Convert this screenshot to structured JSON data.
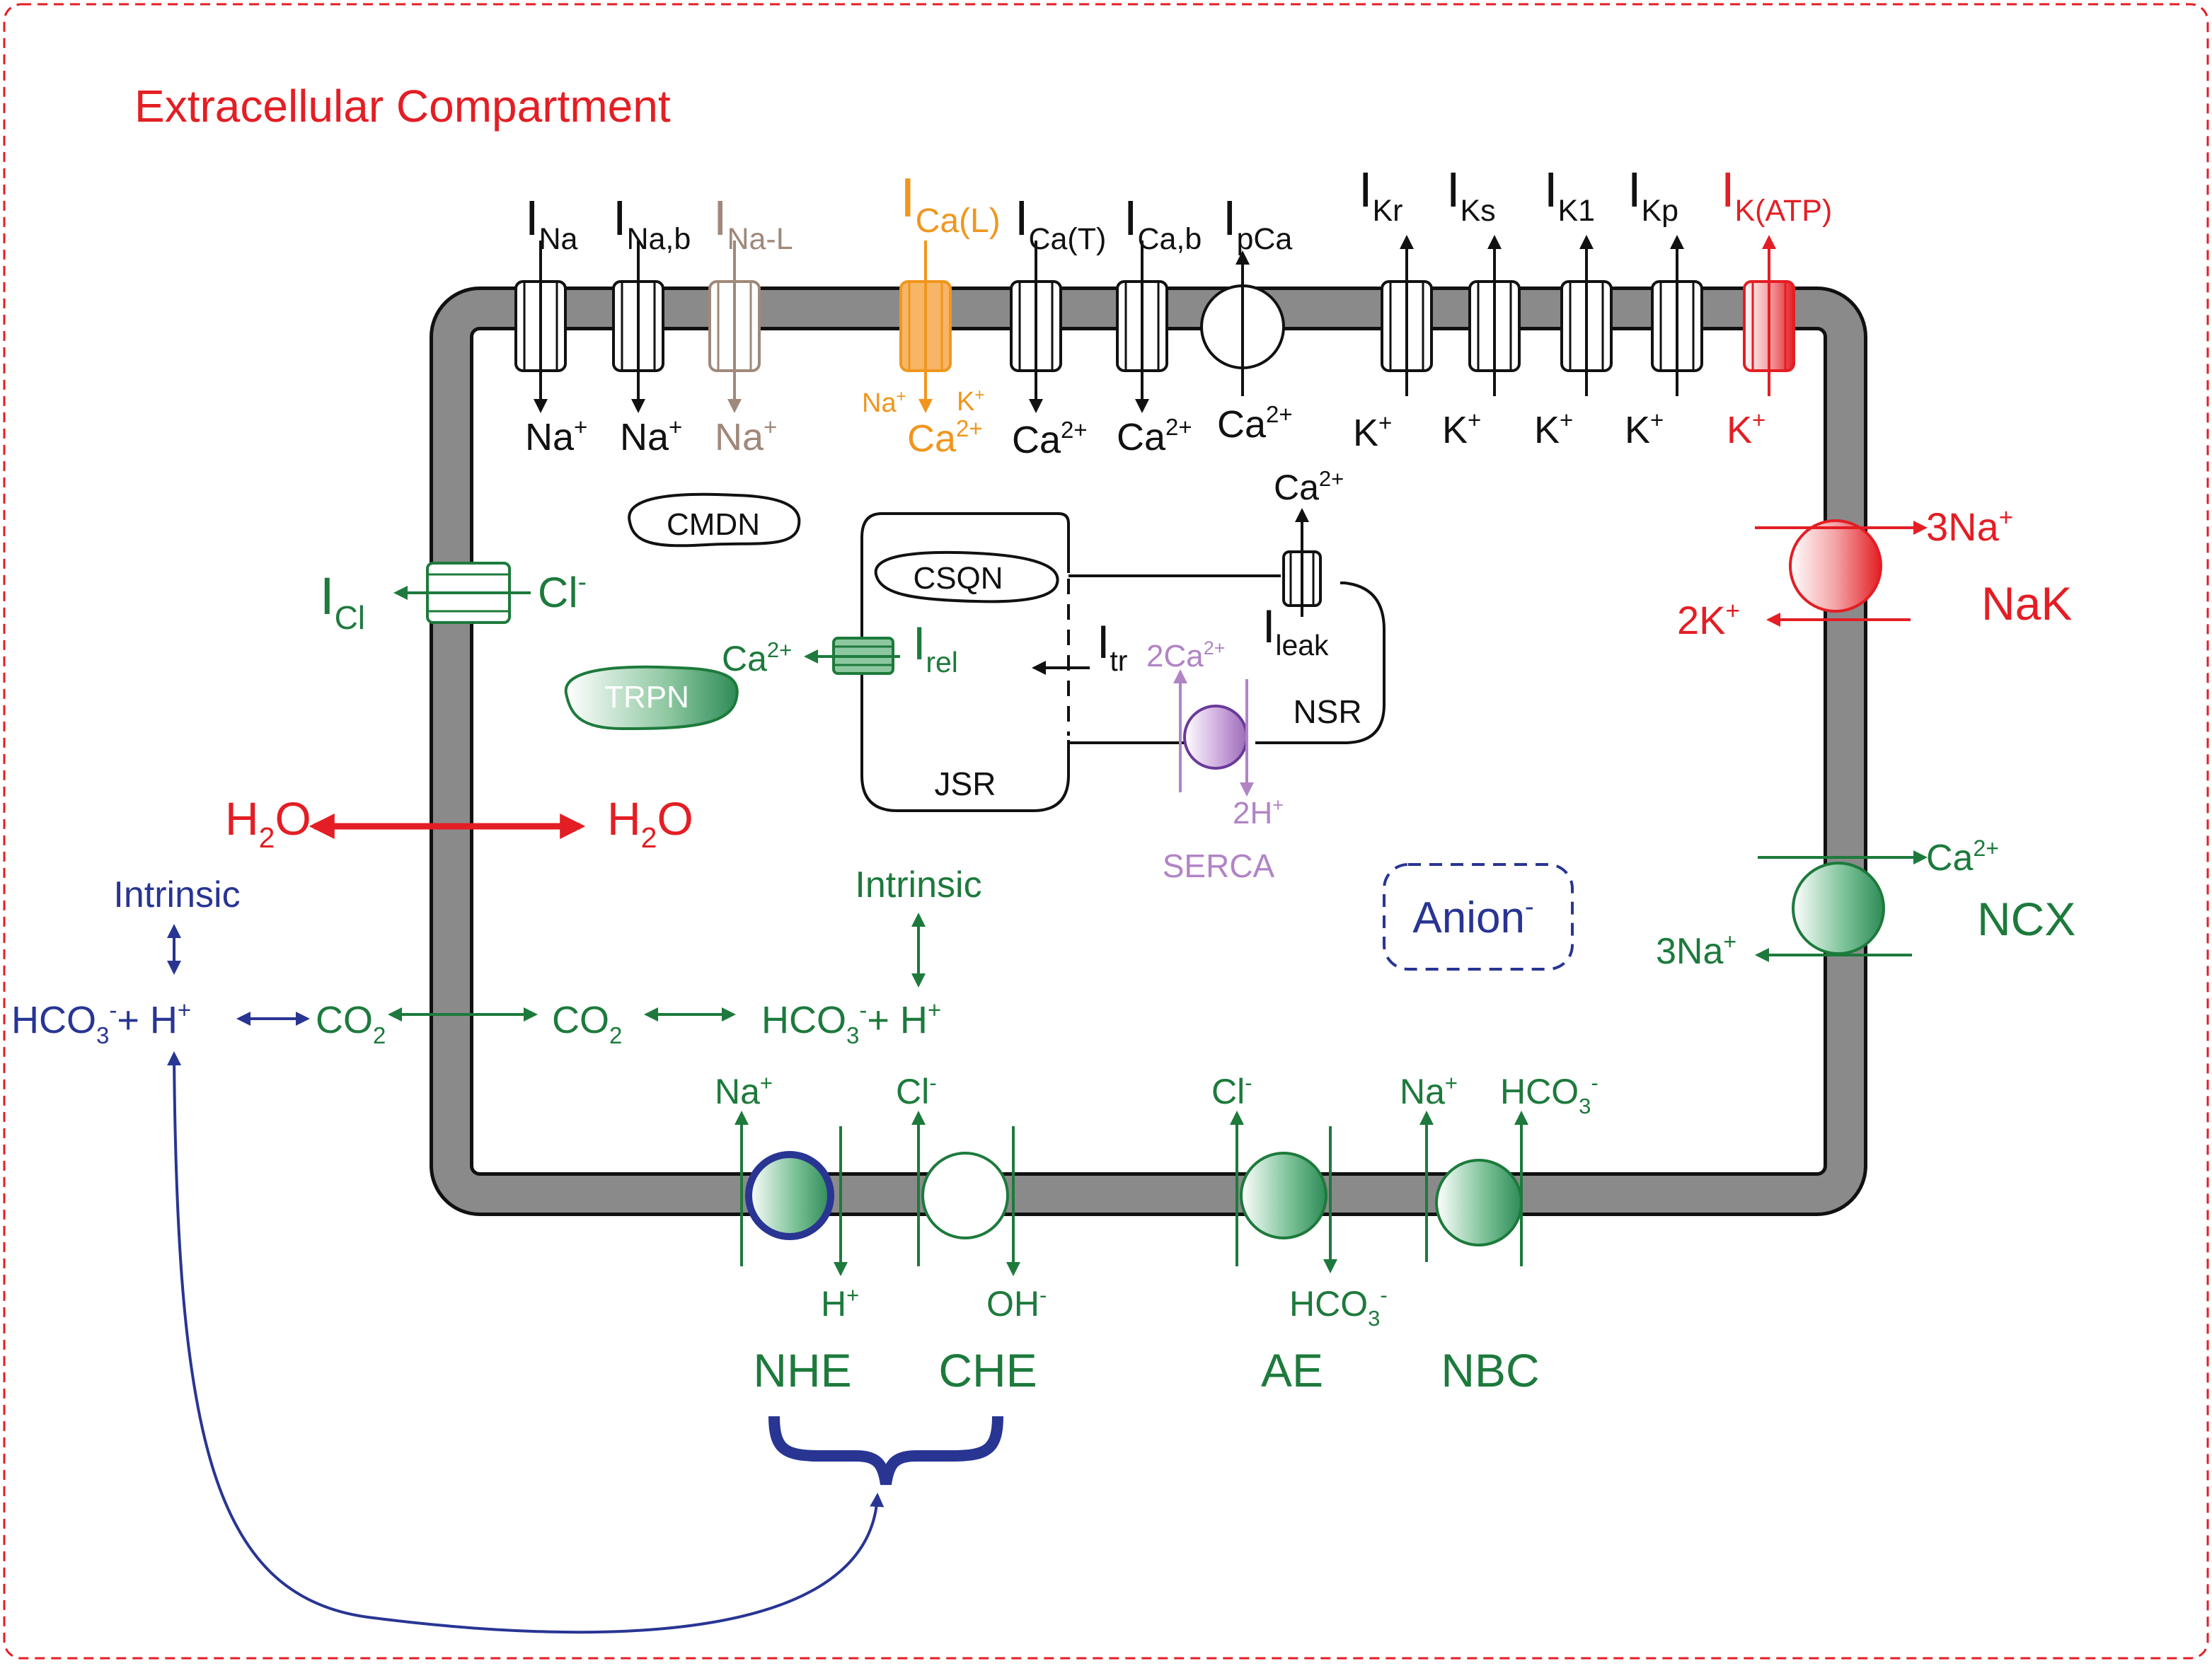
{
  "colors": {
    "red": "#e31e24",
    "black": "#111111",
    "tan": "#a0897a",
    "orange": "#f0961e",
    "green": "#1d7a3c",
    "navy": "#283593",
    "purple": "#b184c6",
    "membrane": "#8a8a8a"
  },
  "title": "Extracellular Compartment",
  "currents": [
    {
      "main": "I",
      "sub": "Na",
      "ion": "Na",
      "ion_sup": "+"
    },
    {
      "main": "I",
      "sub": "Na,b",
      "ion": "Na",
      "ion_sup": "+"
    },
    {
      "main": "I",
      "sub": "Na-L",
      "ion": "Na",
      "ion_sup": "+"
    },
    {
      "main": "I",
      "sub": "Ca(L)",
      "ion": "Ca",
      "ion_sup": "2+",
      "extra1": "Na",
      "extra1_sup": "+",
      "extra2": "K",
      "extra2_sup": "+"
    },
    {
      "main": "I",
      "sub": "Ca(T)",
      "ion": "Ca",
      "ion_sup": "2+"
    },
    {
      "main": "I",
      "sub": "Ca,b",
      "ion": "Ca",
      "ion_sup": "2+"
    },
    {
      "main": "I",
      "sub": "pCa",
      "ion": "Ca",
      "ion_sup": "2+"
    },
    {
      "main": "I",
      "sub": "Kr",
      "ion": "K",
      "ion_sup": "+"
    },
    {
      "main": "I",
      "sub": "Ks",
      "ion": "K",
      "ion_sup": "+"
    },
    {
      "main": "I",
      "sub": "K1",
      "ion": "K",
      "ion_sup": "+"
    },
    {
      "main": "I",
      "sub": "Kp",
      "ion": "K",
      "ion_sup": "+"
    },
    {
      "main": "I",
      "sub": "K(ATP)",
      "ion": "K",
      "ion_sup": "+"
    }
  ],
  "buffers": {
    "cmdn": "CMDN",
    "csqn": "CSQN",
    "trpn": "TRPN"
  },
  "sr": {
    "jsr": "JSR",
    "nsr": "NSR",
    "itr_main": "I",
    "itr_sub": "tr",
    "ileak_main": "I",
    "ileak_sub": "leak",
    "leak_ion": "Ca",
    "leak_ion_sup": "2+",
    "irel_main": "I",
    "irel_sub": "rel",
    "rel_ion": "Ca",
    "rel_ion_sup": "2+"
  },
  "serca": {
    "label": "SERCA",
    "ca": "2Ca",
    "ca_sup": "2+",
    "h": "2H",
    "h_sup": "+"
  },
  "icl": {
    "main": "I",
    "sub": "Cl",
    "ion": "Cl",
    "ion_sup": "-"
  },
  "nak": {
    "label": "NaK",
    "na": "3Na",
    "na_sup": "+",
    "k": "2K",
    "k_sup": "+"
  },
  "ncx": {
    "label": "NCX",
    "ca": "Ca",
    "ca_sup": "2+",
    "na": "3Na",
    "na_sup": "+"
  },
  "water": {
    "left": "H",
    "left_sub": "2",
    "left_end": "O",
    "right": "H",
    "right_sub": "2",
    "right_end": "O"
  },
  "anion": {
    "label": "Anion",
    "sup": "-"
  },
  "buffering": {
    "intrinsic_out": "Intrinsic",
    "intrinsic_in": "Intrinsic",
    "hco3_out": "HCO",
    "hco3_out_sub": "3",
    "hco3_out_sup": "-",
    "plus_h_out": "+ H",
    "plus_h_out_sup": "+",
    "co2_out": "CO",
    "co2_out_sub": "2",
    "co2_in": "CO",
    "co2_in_sub": "2",
    "hco3_in": "HCO",
    "hco3_in_sub": "3",
    "hco3_in_sup": "-",
    "plus_h_in": "+ H",
    "plus_h_in_sup": "+"
  },
  "transporters": {
    "nhe": {
      "label": "NHE",
      "top": "Na",
      "top_sup": "+",
      "bottom": "H",
      "bottom_sup": "+"
    },
    "che": {
      "label": "CHE",
      "top": "Cl",
      "top_sup": "-",
      "bottom": "OH",
      "bottom_sup": "-"
    },
    "ae": {
      "label": "AE",
      "top": "Cl",
      "top_sup": "-",
      "bottom": "HCO",
      "bottom_sub": "3",
      "bottom_sup": "-"
    },
    "nbc": {
      "label": "NBC",
      "top1": "Na",
      "top1_sup": "+",
      "top2": "HCO",
      "top2_sub": "3",
      "top2_sup": "-"
    }
  }
}
